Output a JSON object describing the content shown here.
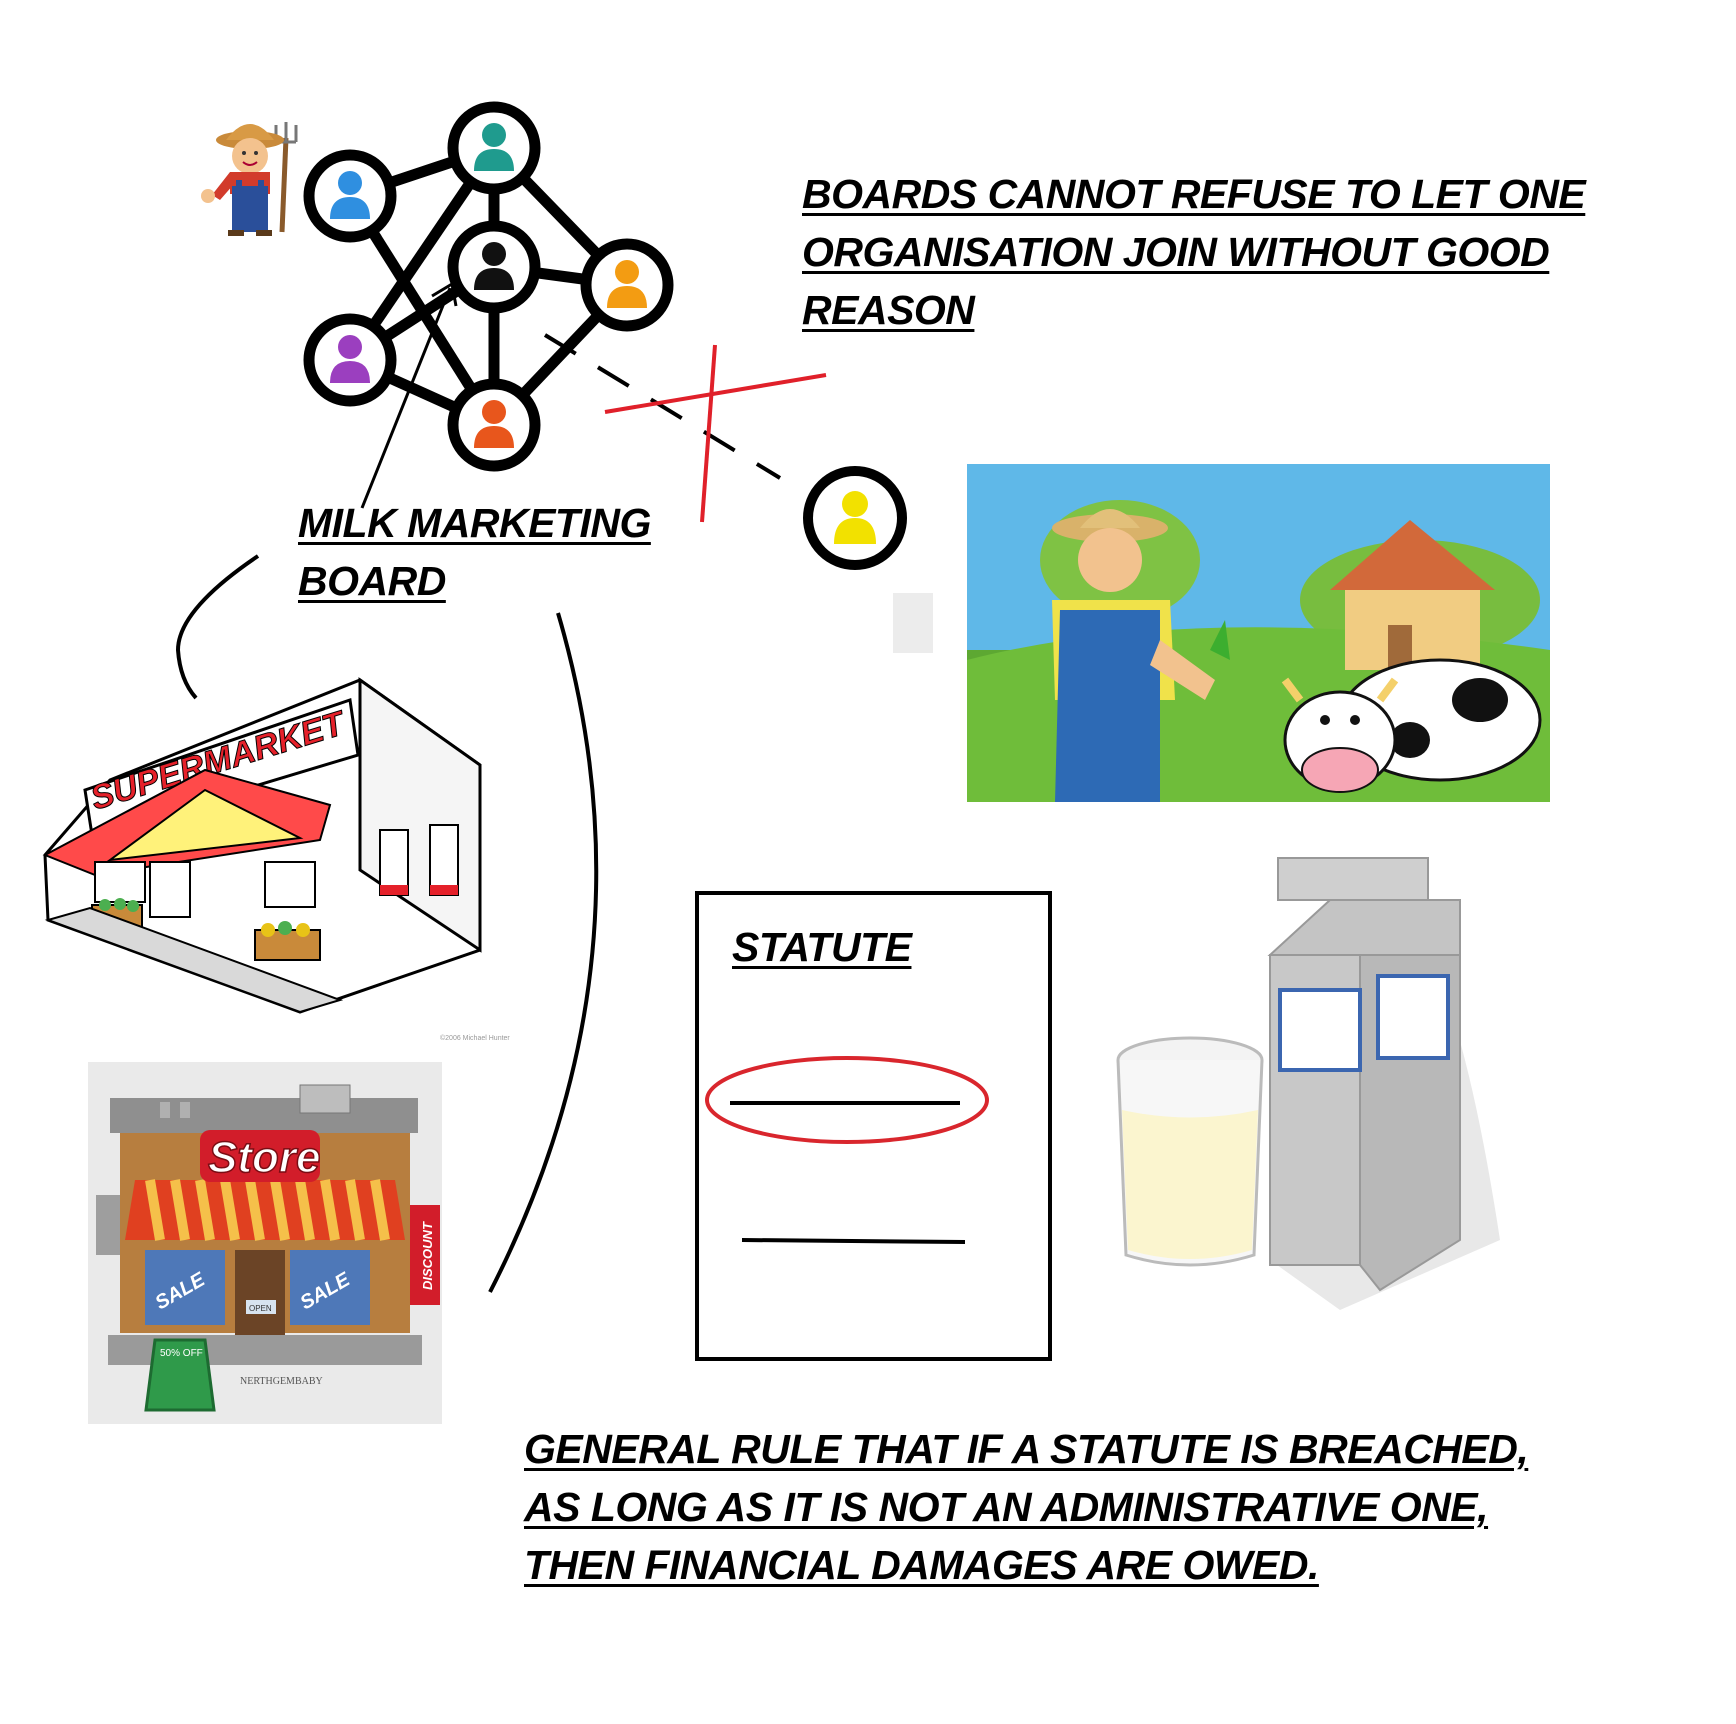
{
  "milk_board": {
    "lines": [
      "MILK MARKETING",
      "BOARD"
    ]
  },
  "boards_rule": {
    "lines": [
      "BOARDS CANNOT REFUSE TO LET ONE",
      "ORGANISATION JOIN WITHOUT GOOD",
      "REASON"
    ]
  },
  "statute": {
    "title": "STATUTE"
  },
  "general_rule": {
    "lines": [
      "GENERAL RULE THAT IF A STATUTE IS BREACHED,",
      "AS LONG AS IT IS NOT AN ADMINISTRATIVE ONE,",
      "THEN FINANCIAL DAMAGES ARE OWED."
    ]
  },
  "supermarket": {
    "sign": "SUPERMARKET"
  },
  "store": {
    "sign": "Store",
    "sale_left": "SALE",
    "sale_right": "SALE",
    "side_sign": "DISCOUNT",
    "board_text": "50% OFF",
    "door_sign": "OPEN",
    "brand": "NERTHGEMBABY"
  },
  "network": {
    "member_colors": [
      "#2f8fe0",
      "#1f9b8e",
      "#111111",
      "#f39c12",
      "#9b3fbf",
      "#e8561c"
    ],
    "outsider_color": "#f2e100"
  },
  "colors": {
    "cross": "#e0202a",
    "ellipse": "#d9262d"
  }
}
